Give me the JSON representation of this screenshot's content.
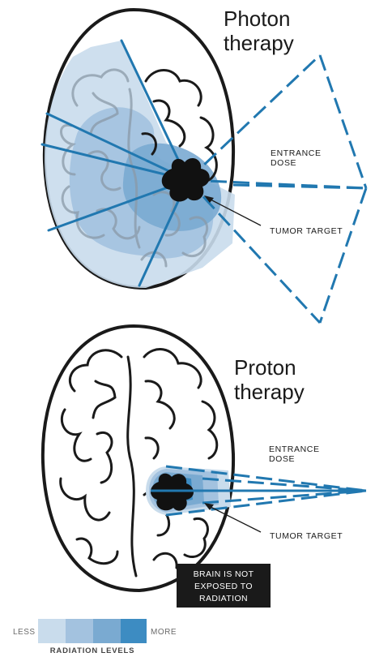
{
  "photon": {
    "title_line1": "Photon",
    "title_line2": "therapy",
    "entrance_line1": "ENTRANCE",
    "entrance_line2": "DOSE",
    "tumor_label": "TUMOR TARGET"
  },
  "proton": {
    "title_line1": "Proton",
    "title_line2": "therapy",
    "entrance_line1": "ENTRANCE",
    "entrance_line2": "DOSE",
    "tumor_label": "TUMOR TARGET",
    "callout_line1": "BRAIN IS NOT",
    "callout_line2": "EXPOSED TO",
    "callout_line3": "RADIATION"
  },
  "legend": {
    "less_label": "LESS",
    "more_label": "MORE",
    "title": "RADIATION LEVELS",
    "levels": [
      "#c9dcec",
      "#a3c2df",
      "#7aaad1",
      "#3d8cc2"
    ]
  },
  "colors": {
    "beam": "#2178b0",
    "outline": "#1a1a1a",
    "tumor": "#111111",
    "callout_bg": "#1a1a1a"
  }
}
